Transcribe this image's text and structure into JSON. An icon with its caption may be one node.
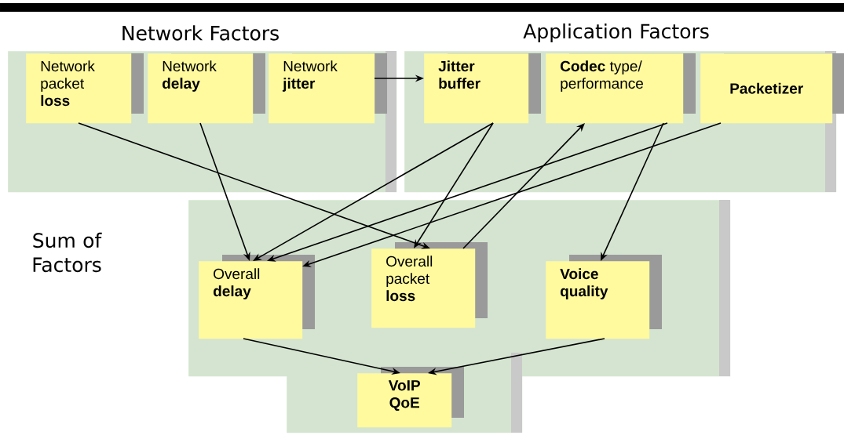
{
  "diagram": {
    "nodes": [
      {
        "text": [
          "Network Factors"
        ]
      },
      {
        "text": [
          "Network packet **loss**"
        ],
        "in": 0
      },
      {
        "text": [
          "Network **delay**"
        ],
        "in": 0
      },
      {
        "text": [
          "Network **jitter**"
        ],
        "in": 0
      },
      {
        "text": [
          "Application Factors"
        ]
      },
      {
        "text": [
          "Jitter buffer"
        ],
        "in": 4
      },
      {
        "text": [
          "**Codec** type/ performance"
        ],
        "in": 4
      },
      {
        "text": [
          "Packetizer"
        ],
        "in": 4
      },
      {
        "text": [
          "Sum of Factors"
        ]
      },
      {
        "text": [
          "Overall **delay**"
        ],
        "in": 8
      },
      {
        "text": [
          "Overall packet **loss**"
        ],
        "in": 8
      },
      {
        "text": [
          "Voice quality"
        ],
        "in": 8
      },
      {
        "text": [],
        "shape": "box"
      },
      {
        "text": [
          "VoIP QoE"
        ],
        "in": 12
      }
    ],
    "edges": [
      {
        "from": 1,
        "to": 10,
        "arrow": "to"
      },
      {
        "from": 2,
        "to": 9,
        "arrow": "to"
      },
      {
        "from": 3,
        "to": 5,
        "arrow": "to"
      },
      {
        "from": 5,
        "to": 9,
        "arrow": "to"
      },
      {
        "from": 5,
        "to": 10,
        "arrow": "to"
      },
      {
        "from": 10,
        "to": 6,
        "arrow": "to"
      },
      {
        "from": 6,
        "to": 9,
        "arrow": "to"
      },
      {
        "from": 6,
        "to": 11,
        "arrow": "to"
      },
      {
        "from": 7,
        "to": 9,
        "arrow": "to"
      },
      {
        "from": 9,
        "to": 13,
        "arrow": "to"
      },
      {
        "from": 11,
        "to": 13,
        "arrow": "to"
      }
    ]
  }
}
